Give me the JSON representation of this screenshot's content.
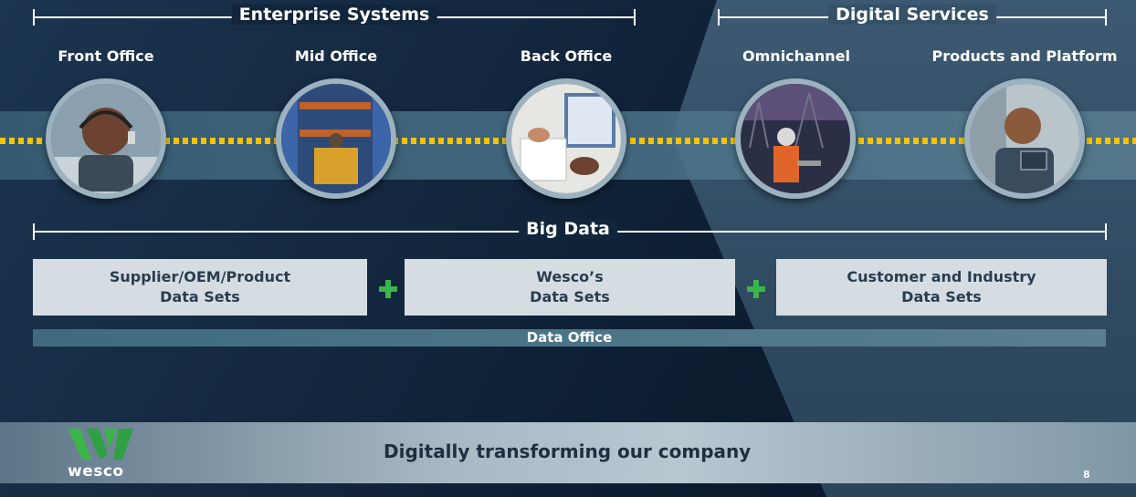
{
  "sections": {
    "enterprise": "Enterprise Systems",
    "digital": "Digital Services",
    "big_data": "Big Data"
  },
  "offices": [
    {
      "label": "Front Office",
      "image": "agent-with-headset-photo"
    },
    {
      "label": "Mid Office",
      "image": "warehouse-forklift-photo"
    },
    {
      "label": "Back Office",
      "image": "laptop-paperwork-photo"
    },
    {
      "label": "Omnichannel",
      "image": "field-worker-substation-photo"
    },
    {
      "label": "Products and Platform",
      "image": "man-with-tablet-photo"
    }
  ],
  "datasets": [
    {
      "line1": "Supplier/OEM/Product",
      "line2": "Data Sets"
    },
    {
      "line1": "Wesco’s",
      "line2": "Data Sets"
    },
    {
      "line1": "Customer and Industry",
      "line2": "Data Sets"
    }
  ],
  "data_office": "Data Office",
  "footer": {
    "title": "Digitally transforming our company",
    "logo_text": "wesco",
    "page_number": "8"
  },
  "colors": {
    "accent_yellow": "#f5c400",
    "plus_green": "#3bb54a",
    "logo_green": "#3bb54a",
    "dataset_box": "#d5dde3"
  }
}
